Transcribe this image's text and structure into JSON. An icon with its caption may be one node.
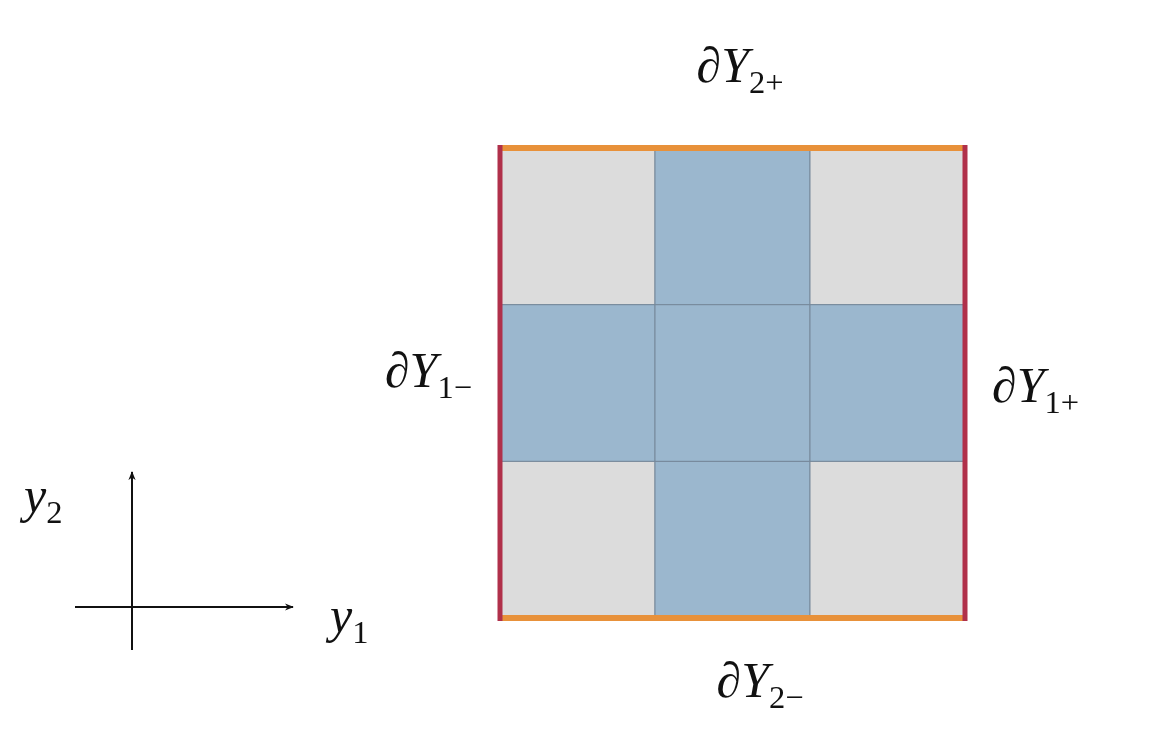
{
  "diagram": {
    "labels": [
      "∂*Y*$_{2+}$",
      "∂*Y*$_{1−}$",
      "∂*Y*$_{1+}$",
      "*y*$_{2}$",
      "*y*$_{1}$",
      "∂*Y*$_{2−}$"
    ]
  }
}
